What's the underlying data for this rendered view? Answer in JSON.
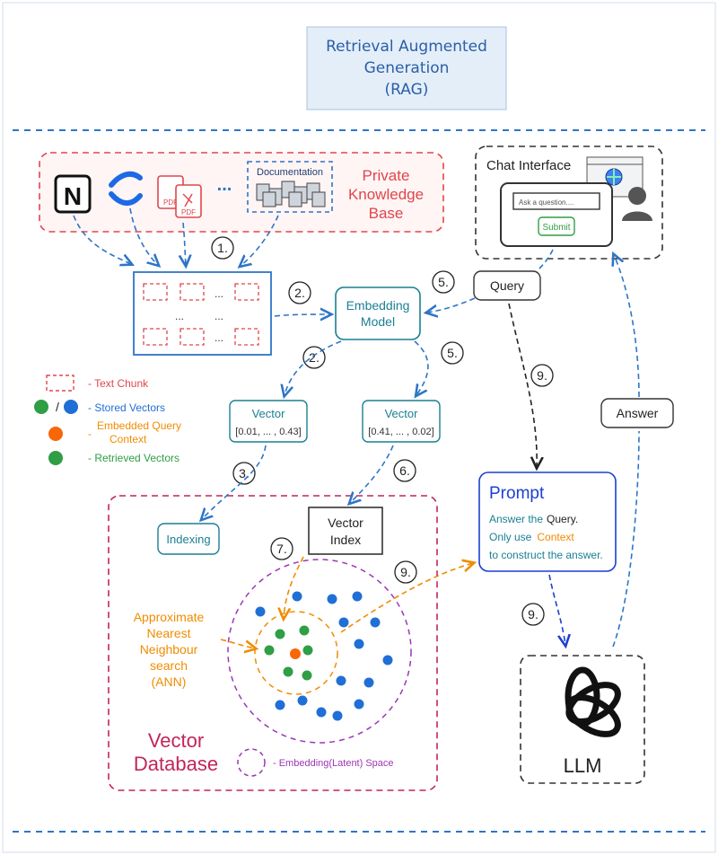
{
  "title": {
    "line1": "Retrieval Augmented",
    "line2": "Generation",
    "line3": "(RAG)"
  },
  "knowledge_base": {
    "label_line1": "Private",
    "label_line2": "Knowledge",
    "label_line3": "Base",
    "documentation_label": "Documentation",
    "pdf_label": "PDF",
    "ellipsis": "...",
    "notion_letter": "N"
  },
  "chat": {
    "title": "Chat Interface",
    "input_placeholder": "Ask a question....",
    "submit_label": "Submit"
  },
  "chunks": {
    "dots": "..."
  },
  "embedding_model": {
    "line1": "Embedding",
    "line2": "Model"
  },
  "query_label": "Query",
  "answer_label": "Answer",
  "vector_left": {
    "title": "Vector",
    "value": "[0.01, ... , 0.43]"
  },
  "vector_right": {
    "title": "Vector",
    "value": "[0.41, ... , 0.02]"
  },
  "legend": {
    "text_chunk": "- Text Chunk",
    "slash": "/",
    "stored_vectors": "- Stored Vectors",
    "embedded_query_line1": "Embedded Query",
    "embedded_query_line2": "Context",
    "embedded_query_dash": "-",
    "retrieved_vectors": "- Retrieved Vectors"
  },
  "steps": {
    "s1": "1.",
    "s2a": "2.",
    "s2b": "2.",
    "s3": "3.",
    "s5a": "5.",
    "s5b": "5.",
    "s6": "6.",
    "s7": "7.",
    "s9a": "9.",
    "s9b": "9.",
    "s9c": "9."
  },
  "vector_db": {
    "indexing": "Indexing",
    "index_line1": "Vector",
    "index_line2": "Index",
    "ann_line1": "Approximate",
    "ann_line2": "Nearest",
    "ann_line3": "Neighbour",
    "ann_line4": "search",
    "ann_line5": "(ANN)",
    "db_line1": "Vector",
    "db_line2": "Database",
    "space_legend": "- Embedding(Latent) Space"
  },
  "prompt": {
    "title": "Prompt",
    "line1_a": "Answer the",
    "line1_b": "Query.",
    "line2_a": "Only use",
    "line2_b": "Context",
    "line3": "to construct the answer."
  },
  "llm_label": "LLM",
  "colors": {
    "blue": "#2e75c7",
    "red": "#e0464b",
    "teal": "#1b7f93",
    "green": "#2f9e44",
    "orange": "#f08c00",
    "purple": "#9c36b5",
    "crimson": "#c2255c",
    "prompt_blue": "#1c3fd1",
    "dot_blue": "#1f6fd6",
    "dot_green": "#2f9e44",
    "dot_orange": "#f76707"
  }
}
